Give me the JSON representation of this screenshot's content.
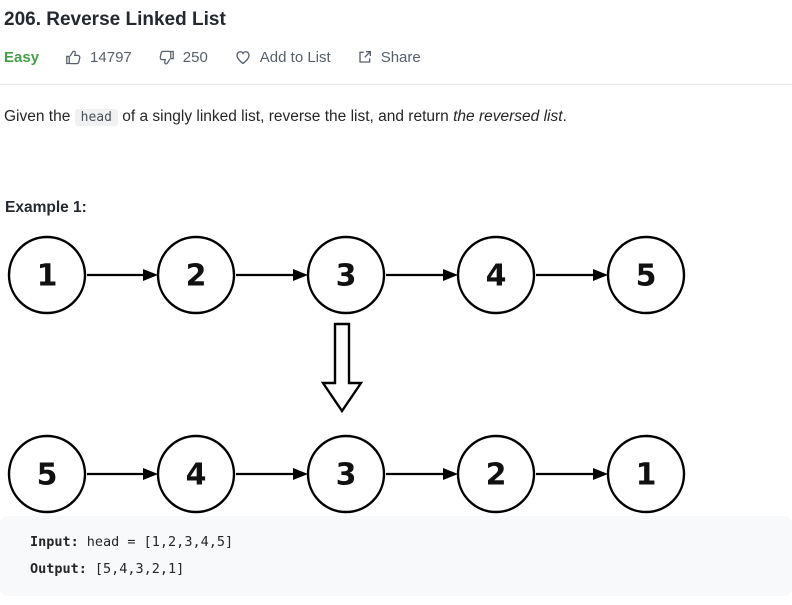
{
  "header": {
    "title": "206. Reverse Linked List",
    "difficulty": "Easy",
    "likes": "14797",
    "dislikes": "250",
    "add_to_list": "Add to List",
    "share": "Share"
  },
  "description": {
    "before_code": "Given the ",
    "code": "head",
    "after_code": " of a singly linked list, reverse the list, and return ",
    "emphasis": "the reversed list",
    "end": "."
  },
  "example": {
    "heading": "Example 1:",
    "input_label": "Input:",
    "input_value": "head = [1,2,3,4,5]",
    "output_label": "Output:",
    "output_value": "[5,4,3,2,1]"
  },
  "diagram": {
    "top_row": [
      "1",
      "2",
      "3",
      "4",
      "5"
    ],
    "bottom_row": [
      "5",
      "4",
      "3",
      "2",
      "1"
    ]
  },
  "colors": {
    "difficulty_easy": "#43a047",
    "meta_text": "#57606a",
    "node_stroke": "#000000",
    "divider": "#e8e8e8",
    "code_block_bg": "#f7f9fa"
  }
}
